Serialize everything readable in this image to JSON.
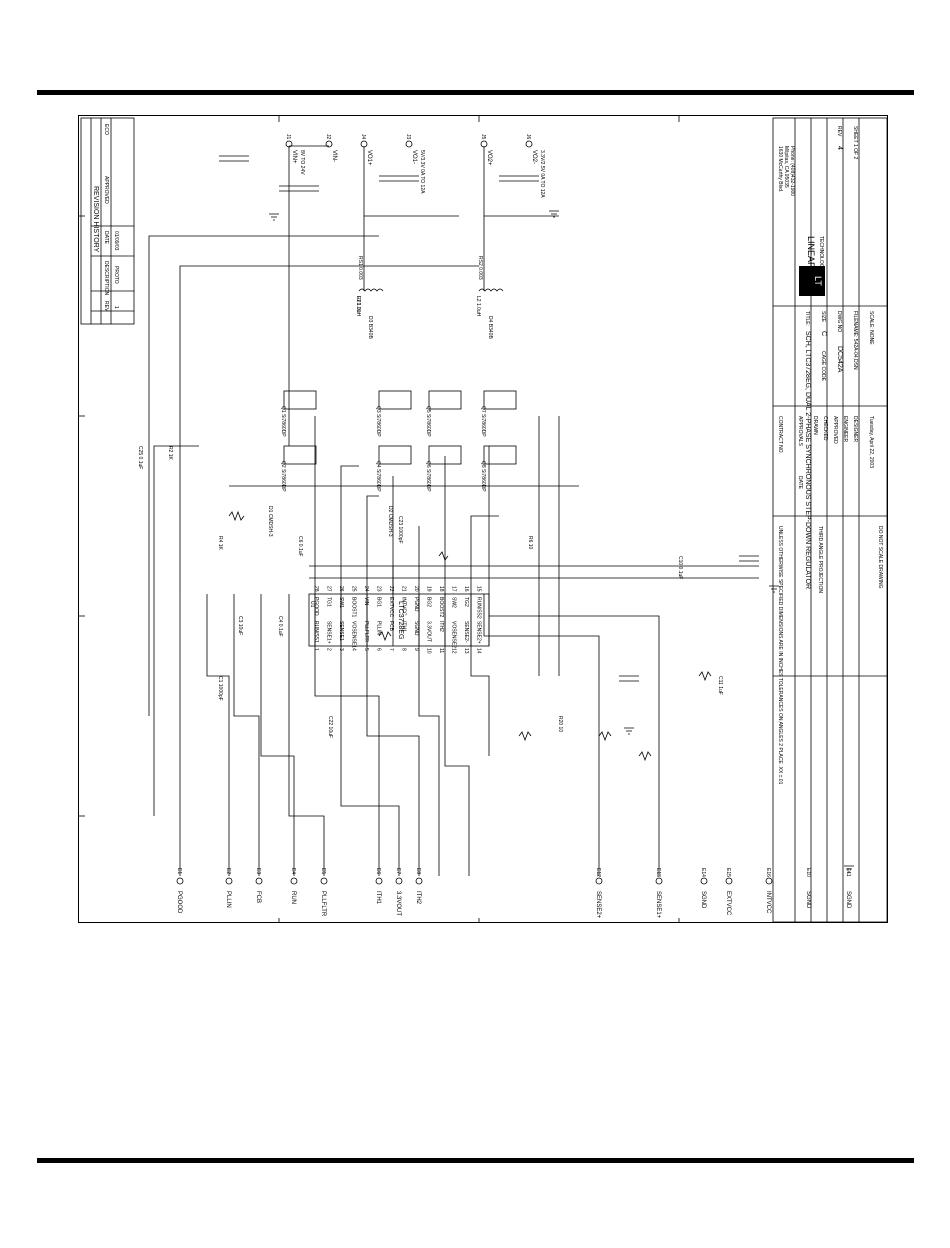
{
  "revision_history": {
    "title": "REVISION HISTORY",
    "headers": [
      "ECO",
      "REV",
      "DESCRIPTION",
      "DATE",
      "APPROVED"
    ],
    "row": {
      "rev": "1",
      "description": "PROTO",
      "date": "01/09/03"
    }
  },
  "company": {
    "name": "LINEAR",
    "tagline": "TECHNOLOGY",
    "address": [
      "1630 McCarthy Blvd.",
      "Milpitas, CA 95035",
      "Phone: (408)432-1900",
      "Fax: (408)434-0507"
    ]
  },
  "title_block": {
    "title_label": "TITLE:",
    "title": "SCH, LTC3728EG, DUAL 2-PHASE SYNCHRONOUS STEP-DOWN REGULATOR",
    "size_label": "SIZE",
    "size": "C",
    "cage_label": "CAGE CODE",
    "dwg_label": "DWG NO",
    "dwg": "DC542A",
    "rev_label": "REV",
    "rev": "4",
    "filename": "FILENAME: 542A-04.DSN",
    "scale": "SCALE: NONE",
    "sheet": "SHEET 1 OF 2",
    "date_printed": "Tuesday, April 22, 2003",
    "contract_no": "CONTRACT NO.",
    "approvals": "APPROVALS",
    "approvals_date": "DATE",
    "roles": [
      "DRAWN",
      "CHECKED",
      "APPROVED",
      "ENGINEER",
      "DESIGNER"
    ],
    "tolerance_note": "UNLESS OTHERWISE SPECIFIED DIMENSIONS ARE IN INCHES TOLERANCES ON ANGLES 2 PLACE .XX ±.01",
    "projection": "THIRD ANGLE PROJECTION",
    "no_scale": "DO NOT SCALE DRAWING"
  },
  "ic": {
    "name": "LTC3728EG",
    "ref": "U1",
    "left_pins": [
      {
        "n": "1",
        "name": "RUN/SS1"
      },
      {
        "n": "2",
        "name": "SENSE1+"
      },
      {
        "n": "3",
        "name": "SENSE1-"
      },
      {
        "n": "4",
        "name": "VOSENSE1"
      },
      {
        "n": "5",
        "name": "PLLFLTR"
      },
      {
        "n": "6",
        "name": "PLLIN"
      },
      {
        "n": "7",
        "name": "FCB"
      },
      {
        "n": "8",
        "name": "ITH1"
      },
      {
        "n": "9",
        "name": "SGND"
      },
      {
        "n": "10",
        "name": "3.3VOUT"
      },
      {
        "n": "11",
        "name": "ITH2"
      },
      {
        "n": "12",
        "name": "VOSENSE2"
      },
      {
        "n": "13",
        "name": "SENSE2-"
      },
      {
        "n": "14",
        "name": "SENSE2+"
      }
    ],
    "right_pins": [
      {
        "n": "28",
        "name": "PGOOD"
      },
      {
        "n": "27",
        "name": "TG1"
      },
      {
        "n": "26",
        "name": "SW1"
      },
      {
        "n": "25",
        "name": "BOOST1"
      },
      {
        "n": "24",
        "name": "VIN"
      },
      {
        "n": "23",
        "name": "BG1"
      },
      {
        "n": "22",
        "name": "EXTVCC"
      },
      {
        "n": "21",
        "name": "INTVCC"
      },
      {
        "n": "20",
        "name": "PGND"
      },
      {
        "n": "19",
        "name": "BG2"
      },
      {
        "n": "18",
        "name": "BOOST2"
      },
      {
        "n": "17",
        "name": "SW2"
      },
      {
        "n": "16",
        "name": "TG2"
      },
      {
        "n": "15",
        "name": "RUN/SS2"
      }
    ]
  },
  "connectors": [
    {
      "ref": "E1",
      "label": "PGOOD"
    },
    {
      "ref": "E2",
      "label": "PLLIN"
    },
    {
      "ref": "E3",
      "label": "FCB"
    },
    {
      "ref": "E4",
      "label": "RUN"
    },
    {
      "ref": "E5",
      "label": "PLLFLTR"
    },
    {
      "ref": "E6",
      "label": "ITH1"
    },
    {
      "ref": "E7",
      "label": "3.3VOUT"
    },
    {
      "ref": "E8",
      "label": "ITH2"
    },
    {
      "ref": "E12",
      "label": "SENSE2+"
    },
    {
      "ref": "E13",
      "label": "SENSE1+"
    },
    {
      "ref": "E14",
      "label": "SGND"
    },
    {
      "ref": "E15",
      "label": "EXTVCC"
    },
    {
      "ref": "E16",
      "label": "INTVCC"
    },
    {
      "ref": "E10",
      "label": "SGND"
    },
    {
      "ref": "E11",
      "label": "SGND"
    }
  ],
  "power_nodes": [
    {
      "ref": "J1",
      "label": "VIN+",
      "note": "8V TO 24V"
    },
    {
      "ref": "J2",
      "label": "VIN-"
    },
    {
      "ref": "J4",
      "label": "VO1+"
    },
    {
      "ref": "J3",
      "label": "VO1-",
      "note": "5V/3.3V 0A TO 12A"
    },
    {
      "ref": "J5",
      "label": "VO2+"
    },
    {
      "ref": "J6",
      "label": "VO2-",
      "note": "3.3V/2.5V 0A TO 12A"
    }
  ],
  "components": {
    "inductors": [
      "L1 1.0uH",
      "L2 1.0uH"
    ],
    "mosfets": [
      "Q1 Si7860DP",
      "Q2 Si7860DP",
      "Q3 Si7860DP",
      "Q4 Si7860DP",
      "Q5 Si7860DP",
      "Q6 Si7860DP",
      "Q7 Si7860DP",
      "Q8 Si7860DP"
    ],
    "diodes": [
      "D1 CMDSH-3",
      "D2 CMDSH-3",
      "D3 B340B",
      "D4 B340B"
    ],
    "sense_resistors": [
      "RS1 0.003",
      "RS2 0.003"
    ],
    "misc": [
      "C1 1000pF",
      "C3 10uF",
      "C4 0.1uF",
      "C6 0.1uF",
      "C10 0.1uF",
      "C11 1uF",
      "C22 10uF",
      "C23 1000pF",
      "C25 0.1uF",
      "R2 1K",
      "R4 1K",
      "R6 10",
      "R20 10",
      "R21 10"
    ]
  },
  "colors": {
    "ink": "#000000",
    "paper": "#ffffff"
  }
}
